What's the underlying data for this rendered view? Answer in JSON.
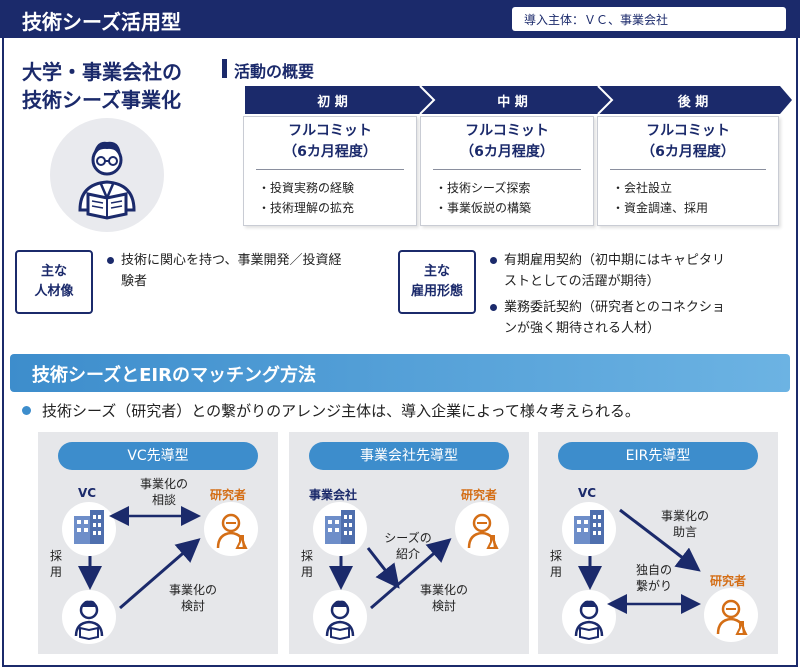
{
  "header": {
    "title": "技術シーズ活用型",
    "badge": "導入主体：ＶＣ、事業会社"
  },
  "main_title": [
    "大学・事業会社の",
    "技術シーズ事業化"
  ],
  "activity": {
    "heading": "活動の概要",
    "phases": [
      {
        "label": "初 期",
        "title": [
          "フルコミット",
          "（6カ月程度）"
        ],
        "items": [
          "・投資実務の経験",
          "・技術理解の拡充"
        ]
      },
      {
        "label": "中 期",
        "title": [
          "フルコミット",
          "（6カ月程度）"
        ],
        "items": [
          "・技術シーズ探索",
          "・事業仮説の構築"
        ]
      },
      {
        "label": "後 期",
        "title": [
          "フルコミット",
          "（6カ月程度）"
        ],
        "items": [
          "・会社設立",
          "・資金調達、採用"
        ]
      }
    ]
  },
  "talent": {
    "label": [
      "主な",
      "人材像"
    ],
    "bullets": [
      "技術に関心を持つ、事業開発／投資経",
      "験者"
    ]
  },
  "employment": {
    "label": [
      "主な",
      "雇用形態"
    ],
    "bullets": [
      [
        "有期雇用契約（初中期にはキャピタリ",
        "ストとしての活躍が期待）"
      ],
      [
        "業務委託契約（研究者とのコネクショ",
        "ンが強く期待される人材）"
      ]
    ]
  },
  "matching": {
    "title": "技術シーズとEIRのマッチング方法",
    "subtitle": "技術シーズ（研究者）との繋がりのアレンジ主体は、導入企業によって様々考えられる。",
    "panels": [
      {
        "pill": "VC先導型",
        "org": "VC",
        "researcher": "研究者",
        "top_note": [
          "事業化の",
          "相談"
        ],
        "hire": [
          "採",
          "用"
        ],
        "diag_note": [
          "事業化の",
          "検討"
        ]
      },
      {
        "pill": "事業会社先導型",
        "org": "事業会社",
        "researcher": "研究者",
        "mid_note": [
          "シーズの",
          "紹介"
        ],
        "hire": [
          "採",
          "用"
        ],
        "diag_note": [
          "事業化の",
          "検討"
        ]
      },
      {
        "pill": "EIR先導型",
        "org": "VC",
        "researcher": "研究者",
        "top_note": [
          "事業化の",
          "助言"
        ],
        "hire": [
          "採",
          "用"
        ],
        "mid_note": [
          "独自の",
          "繋がり"
        ]
      }
    ]
  },
  "colors": {
    "navy": "#1b2a6b",
    "blue": "#3d8dcc",
    "orange": "#d46e16",
    "panel": "#e6e7ea"
  },
  "icons": [
    "person-reading-icon",
    "building-icon",
    "researcher-icon"
  ]
}
